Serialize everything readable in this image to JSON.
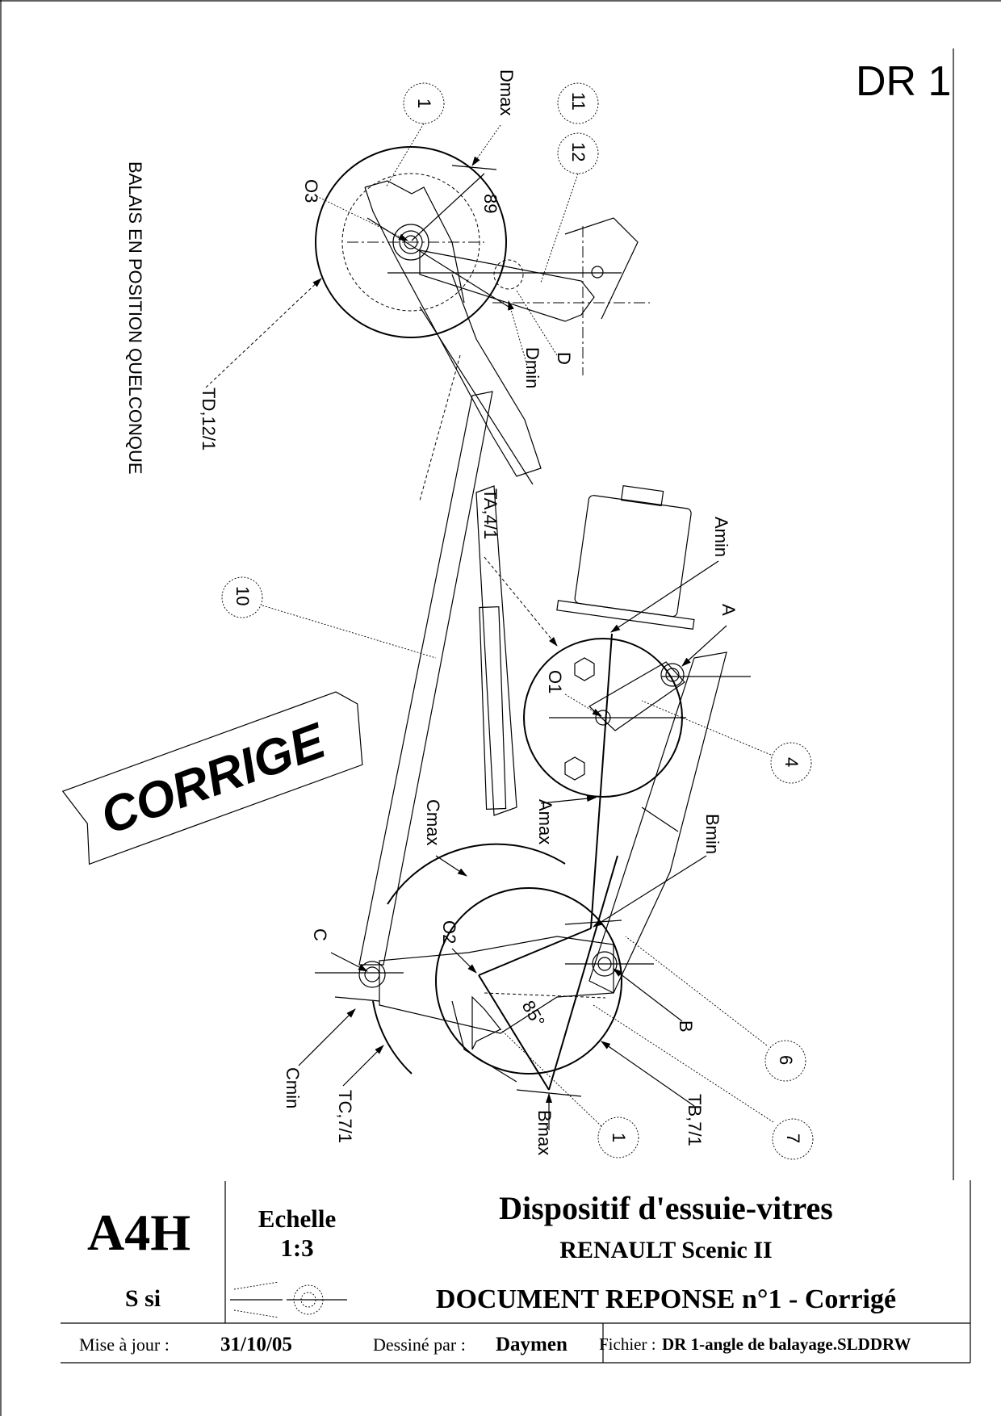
{
  "sheet_id": "DR 1",
  "drawing_note": "BALAIS EN POSITION QUELCONQUE",
  "stamp": "CORRIGE",
  "points": {
    "O3": "O3",
    "O1": "O1",
    "O2": "O2",
    "A": "A",
    "B": "B",
    "C": "C",
    "D": "D",
    "Amin": "Amin",
    "Amax": "Amax",
    "Bmin": "Bmin",
    "Bmax": "Bmax",
    "Cmin": "Cmin",
    "Cmax": "Cmax",
    "Dmin": "Dmin",
    "Dmax": "Dmax"
  },
  "trajectories": {
    "TD": "TD,12/1",
    "TA": "TA,4/1",
    "TC": "TC,7/1",
    "TB": "TB,7/1"
  },
  "angles": {
    "top": "89",
    "bottom": "85°"
  },
  "balloons": {
    "b1_top": "1",
    "b11": "11",
    "b12": "12",
    "b10": "10",
    "b4": "4",
    "b6": "6",
    "b7": "7",
    "b1_bottom": "1"
  },
  "title_block": {
    "format": "A4H",
    "class_label": "S si",
    "scale_label": "Echelle",
    "scale_value": "1:3",
    "title": "Dispositif d'essuie-vitres",
    "subtitle": "RENAULT Scenic II",
    "document": "DOCUMENT REPONSE n°1 - Corrigé",
    "update_label": "Mise à jour :",
    "update_value": "31/10/05",
    "author_label": "Dessiné par :",
    "author_value": "Daymen",
    "file_label": "Fichier :",
    "file_value": "DR 1-angle de balayage.SLDDRW"
  }
}
